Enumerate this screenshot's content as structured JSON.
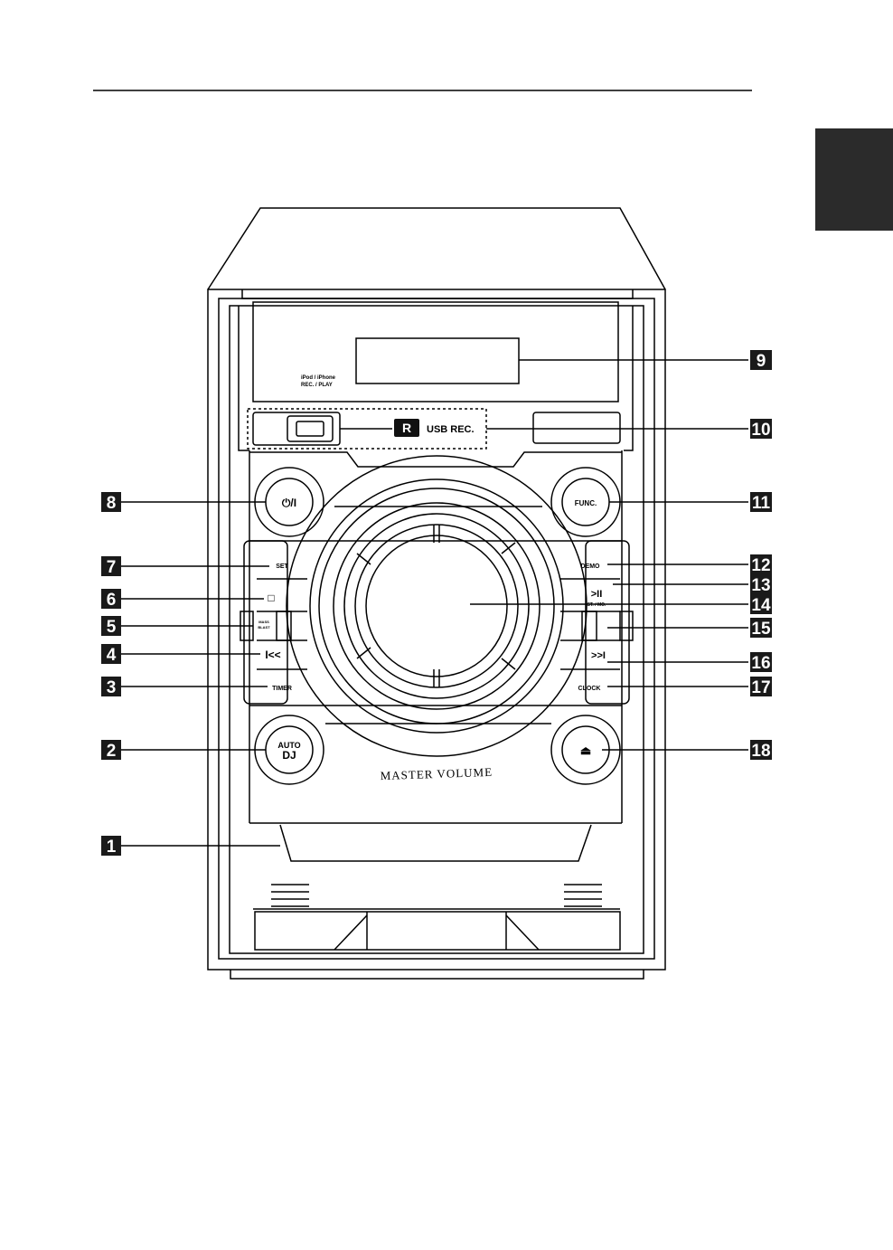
{
  "device": {
    "port_text": [
      "iPod / iPhone",
      "REC. / PLAY"
    ],
    "usb_rec_badge": "R",
    "usb_rec_label": "USB REC.",
    "buttons": {
      "power": "⏻/I",
      "func": "FUNC.",
      "set": "SET",
      "stop": "□",
      "mass_blast": [
        "MASS",
        "BLAST"
      ],
      "prev": "I<<",
      "timer": "TIMER",
      "auto_dj": [
        "AUTO",
        "DJ"
      ],
      "demo": "DEMO",
      "play_pause": ">II",
      "st_mo": "ST. / MO.",
      "next": ">>I",
      "clock": "CLOCK",
      "eject": "⏏"
    },
    "master_volume": "MASTER VOLUME"
  },
  "callouts": [
    "1",
    "2",
    "3",
    "4",
    "5",
    "6",
    "7",
    "8",
    "9",
    "10",
    "11",
    "12",
    "13",
    "14",
    "15",
    "16",
    "17",
    "18"
  ],
  "colors": {
    "ink": "#000000",
    "side_tab": "#2b2b2b",
    "badge": "#1a1a1a"
  }
}
